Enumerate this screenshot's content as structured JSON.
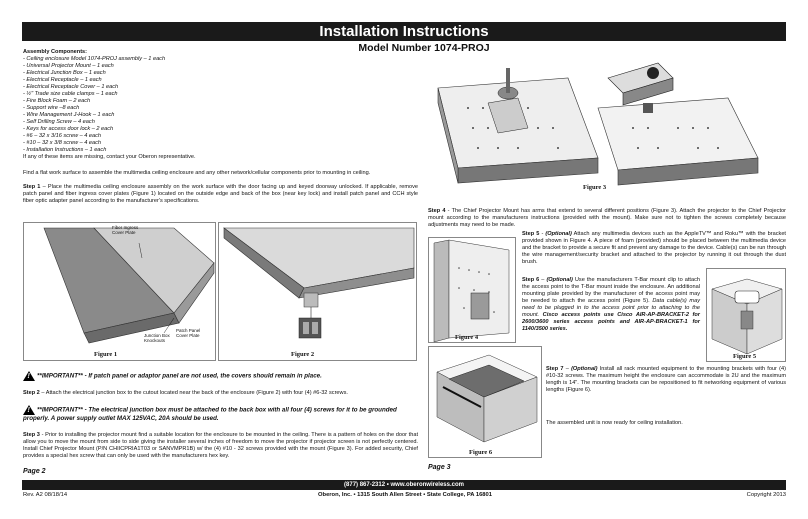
{
  "header": {
    "title": "Installation Instructions",
    "model": "Model Number 1074-PROJ"
  },
  "assembly": {
    "heading": "Assembly Components:",
    "items": [
      "- Ceiling enclosure Model 1074-PROJ assembly – 1 each",
      "- Universal Projector Mount – 1 each",
      "- Electrical Junction Box – 1 each",
      "- Electrical Receptacle – 1 each",
      "- Electrical Receptacle Cover – 1 each",
      "- ½\" Trade size cable clamps – 1 each",
      "- Fire Block Foam – 2 each",
      "- Support wire –8 each",
      "- Wire Management J-Hook – 1 each",
      "- Self Drilling Screw – 4 each",
      "- Keys for access door lock – 2 each",
      "- #6 – 32 x 3/16 screw – 4 each",
      "- #10 – 32 x 3/8 screw – 4 each",
      "- Installation Instructions – 1 each"
    ],
    "missing_note": "If any of these items are missing, contact your Oberon representative."
  },
  "intro": "Find a flat work surface to assemble the multimedia ceiling enclosure and any other network/cellular components prior to mounting in ceiling.",
  "step1": {
    "label": "Step 1",
    "text": " – Place the multimedia ceiling enclosure assembly on the work surface with the door facing up and keyed doorway unlocked. If applicable, remove patch panel and fiber ingress cover plates (Figure 1) located on the outside edge and back of the box (near key lock) and install patch panel and CCH style fiber optic adapter panel according to the manufacturer's specifications."
  },
  "figures": {
    "fig1": "Figure 1",
    "fig2": "Figure 2",
    "fig3": "Figure 3",
    "fig4": "Figure 4",
    "fig5": "Figure 5",
    "fig6": "Figure 6",
    "fig1_callouts": [
      "Fiber Ingress Cover Plate",
      "Patch Panel Cover Plate",
      "Junction Box Knockouts"
    ]
  },
  "warning1": {
    "label": "**IMPORTANT**",
    "text": " - If patch panel or adaptor panel are not used, the covers should remain in place."
  },
  "step2": {
    "label": "Step 2",
    "text": " – Attach the electrical junction box to the cutout located near the back of the enclosure (Figure 2) with four (4) #6-32 screws."
  },
  "warning2": {
    "label": "**IMPORTANT**",
    "text": " - The electrical junction box must be attached to the back box with all four (4) screws for it to be grounded properly. A power supply outlet MAX 125VAC, 20A should be used."
  },
  "step3": {
    "label": "Step 3",
    "text": " - Prior to installing the projector mount find a suitable location for the enclosure to be mounted in the ceiling. There is a pattern of holes on the door that allow you to move the mount from side to side giving the installer several inches of freedom to move the projector if projector screen is not perfectly centered. Install Chief Projector Mount (P/N CHIICPRIA1T03 or SANVMPR1B) w/ the (4) #10 - 32 screws provided with the mount (Figure 3). For added security, Chief provides a special hex screw that can only be used with the manufacturers hex key."
  },
  "page_labels": {
    "left": "Page 2",
    "right": "Page 3"
  },
  "step4": {
    "label": "Step 4",
    "text": " - The Chief Projector Mount has arms that extend to several different positions (Figure 3). Attach the projector to the Chief Projector mount according to the manufacturers instructions (provided with the mount). Make sure not to tighten the screws completely because adjustments may need to be made."
  },
  "step5": {
    "label": "Step 5",
    "optional": "(Optional)",
    "text": " Attach any multimedia devices such as the AppleTV™ and Roku™ with the bracket provided shown in Figure 4. A piece of foam (provided) should be placed between the multimedia device and the bracket to provide a secure fit and prevent any damage to the device. Cable(s) can be run through the wire management/security bracket and attached to the projector by running it out through the dust brush."
  },
  "step6": {
    "label": "Step 6",
    "optional": "(Optional)",
    "text": " Use the manufacturers T-Bar mount clip to attach the access point to the T-Bar mount inside the enclosure. An additional mounting plate provided by the manufacturer of the access point may be needed to attach the access point (Figure 5).",
    "italic": " Data cable(s) may need to be plugged in to the access point prior to attaching to the mount.",
    "cisco": " Cisco access points use Cisco AIR-AP-BRACKET-2 for 2600/3600 series access points and AIR-AP-BRACKET-1 for 1140/3500 series."
  },
  "step7": {
    "label": "Step 7",
    "optional": "(Optional)",
    "text": " Install all rack mounted equipment to the mounting brackets with four (4) #10-32 screws. The maximum height the enclosure can accommodate is 2U and the maximum length is 14\". The mounting brackets can be repositioned to fit networking equipment of various lengths (Figure 6)."
  },
  "ready": "The assembled unit is now ready for ceiling installation.",
  "footer": {
    "contact": "(877) 867-2312  •  www.oberonwireless.com",
    "rev": "Rev. A2 08/18/14",
    "address": "Oberon, Inc.  •  1315 South Allen Street  •  State College, PA 16801",
    "copyright": "Copyright 2013"
  },
  "colors": {
    "bar": "#1a1a1a",
    "page": "#ffffff"
  }
}
